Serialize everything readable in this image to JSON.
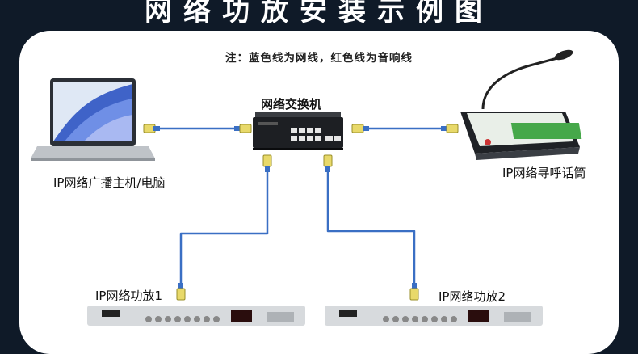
{
  "header": {
    "title": "网络功放安装示例图"
  },
  "note": "注：蓝色线为网线，红色线为音响线",
  "devices": {
    "switch_label": "网络交换机",
    "pc_label": "IP网络广播主机/电脑",
    "mic_label": "IP网络寻呼话筒",
    "amp1_label": "IP网络功放1",
    "amp2_label": "IP网络功放2"
  },
  "colors": {
    "background": "#0f1a28",
    "panel": "#ffffff",
    "network_cable": "#3a6fc4",
    "connector": "#e8d96a"
  }
}
